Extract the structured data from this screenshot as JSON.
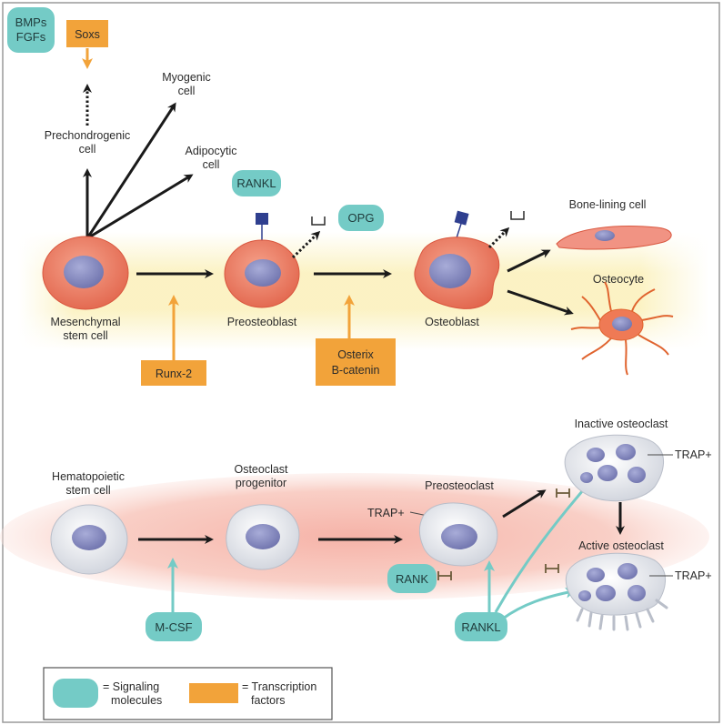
{
  "top": {
    "signals": {
      "bmps_fgfs": [
        "BMPs",
        "FGFs"
      ],
      "rankl": "RANKL",
      "opg": "OPG"
    },
    "factors": {
      "soxs": "Soxs",
      "runx2": "Runx-2",
      "osterix": [
        "Osterix",
        "B-catenin"
      ]
    },
    "cells": {
      "mesenchymal": [
        "Mesenchymal",
        "stem cell"
      ],
      "prechondrogenic": [
        "Prechondrogenic",
        "cell"
      ],
      "myogenic": [
        "Myogenic",
        "cell"
      ],
      "adipocytic": [
        "Adipocytic",
        "cell"
      ],
      "preosteoblast": "Preosteoblast",
      "osteoblast": "Osteoblast",
      "bone_lining": "Bone-lining cell",
      "osteocyte": "Osteocyte"
    }
  },
  "bottom": {
    "cells": {
      "hematopoietic": [
        "Hematopoietic",
        "stem cell"
      ],
      "progenitor": [
        "Osteoclast",
        "progenitor"
      ],
      "preosteoclast": "Preosteoclast",
      "inactive": "Inactive osteoclast",
      "active": "Active osteoclast"
    },
    "markers": {
      "trap_pre": "TRAP+",
      "trap_inactive": "TRAP+",
      "trap_active": "TRAP+"
    },
    "signals": {
      "mcsf": "M-CSF",
      "rank": "RANK",
      "rankl": "RANKL"
    }
  },
  "legend": {
    "signaling": [
      "= Signaling",
      "molecules"
    ],
    "transcription": [
      "= Transcription",
      "factors"
    ]
  },
  "colors": {
    "teal": "#74cbc6",
    "orange": "#f2a33a",
    "cell_red": "#e9745a",
    "nucleus": "#7b7fb6",
    "receptor_blue": "#2f3f8f"
  }
}
